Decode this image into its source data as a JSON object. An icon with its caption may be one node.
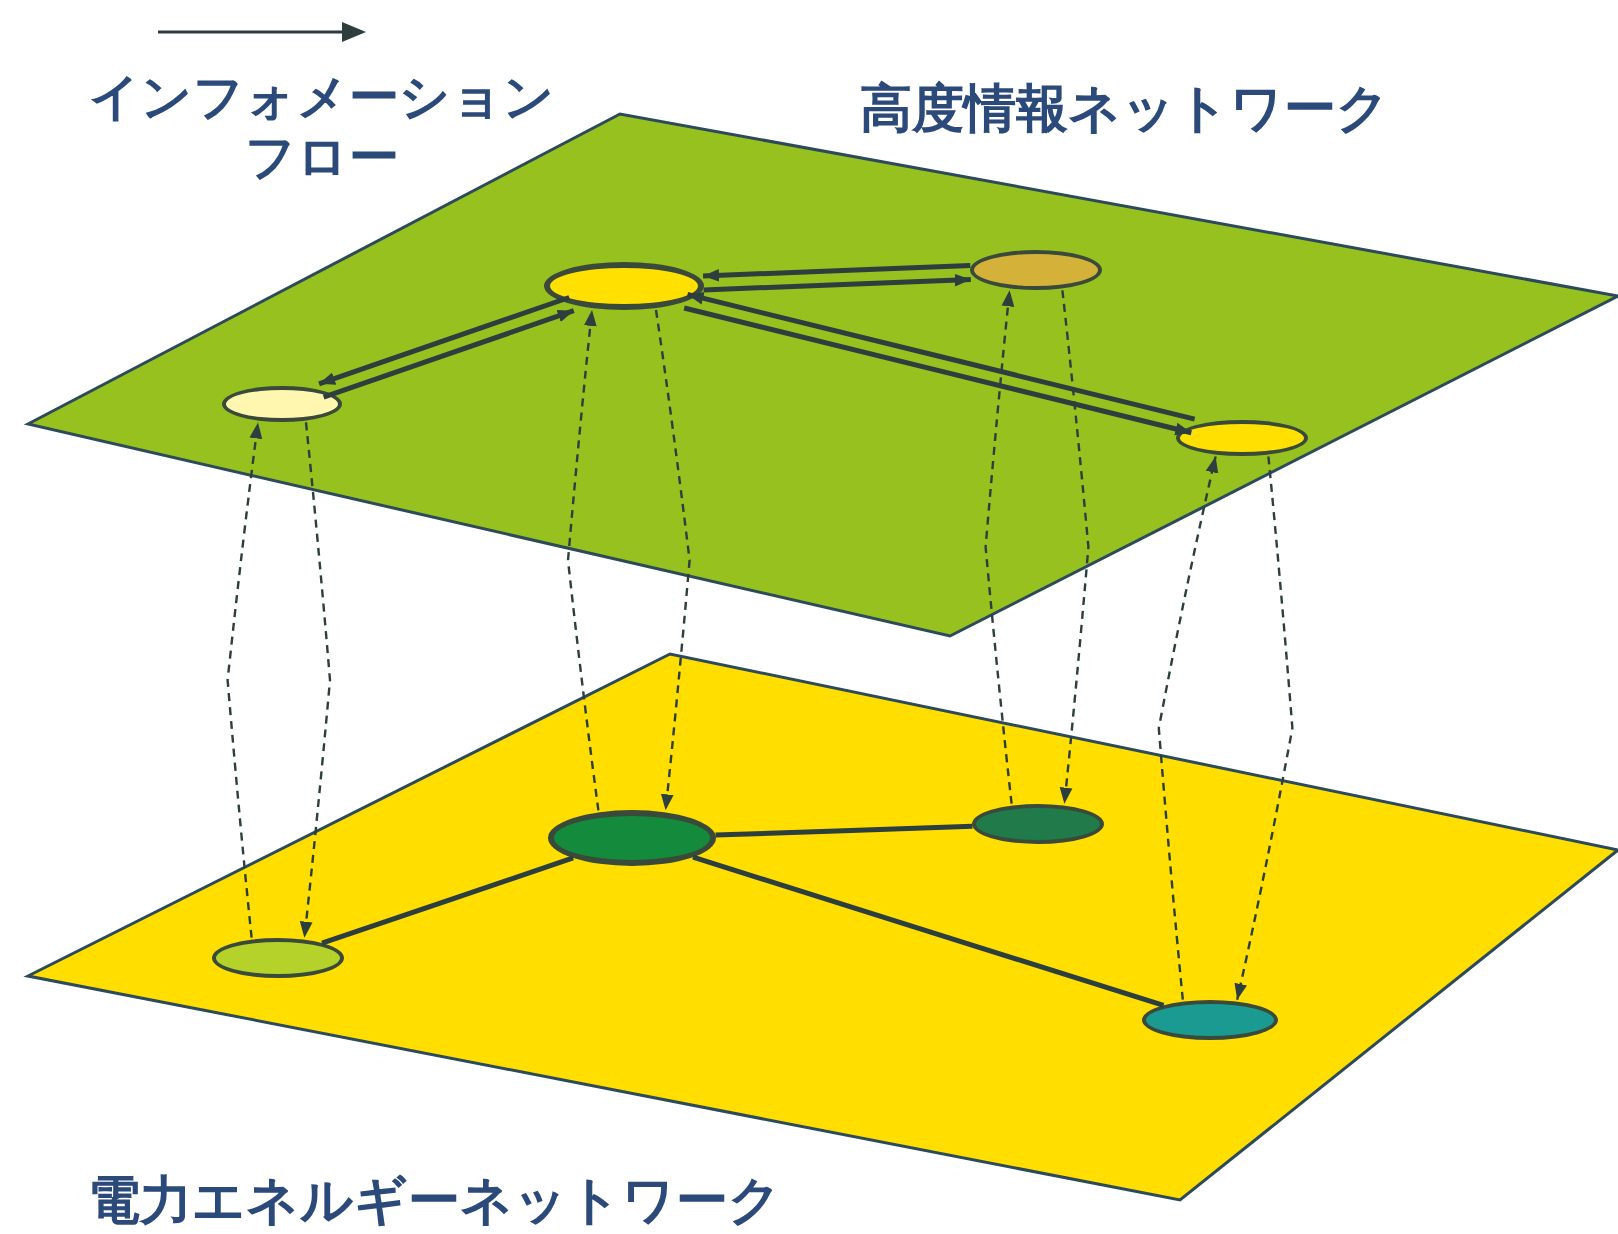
{
  "diagram": {
    "nodes": [
      {
        "text": [
          "高度情報ネットワーク"
        ]
      },
      {
        "text": [],
        "shape": "ellipse",
        "in": 0
      },
      {
        "text": [],
        "shape": "ellipse",
        "in": 0
      },
      {
        "text": [],
        "shape": "ellipse",
        "in": 0
      },
      {
        "text": [],
        "shape": "ellipse",
        "in": 0
      },
      {
        "text": [
          "電力エネルギーネットワーク"
        ]
      },
      {
        "text": [],
        "shape": "ellipse",
        "in": 5
      },
      {
        "text": [],
        "shape": "ellipse",
        "in": 5
      },
      {
        "text": [],
        "shape": "ellipse",
        "in": 5
      },
      {
        "text": [],
        "shape": "ellipse",
        "in": 5
      }
    ],
    "edges": [
      {
        "from": 1,
        "to": 2,
        "arrow": "to"
      },
      {
        "from": 2,
        "to": 1,
        "arrow": "to"
      },
      {
        "from": 2,
        "to": 3,
        "arrow": "to"
      },
      {
        "from": 3,
        "to": 2,
        "arrow": "to"
      },
      {
        "from": 2,
        "to": 4,
        "arrow": "to"
      },
      {
        "from": 4,
        "to": 2,
        "arrow": "to"
      },
      {
        "from": 6,
        "to": 7,
        "arrow": "none"
      },
      {
        "from": 7,
        "to": 8,
        "arrow": "none"
      },
      {
        "from": 7,
        "to": 9,
        "arrow": "none"
      },
      {
        "from": 6,
        "to": 1,
        "arrow": "to",
        "style": "dashed"
      },
      {
        "from": 1,
        "to": 6,
        "arrow": "to",
        "style": "dashed"
      },
      {
        "from": 7,
        "to": 2,
        "arrow": "to",
        "style": "dashed"
      },
      {
        "from": 2,
        "to": 7,
        "arrow": "to",
        "style": "dashed"
      },
      {
        "from": 8,
        "to": 3,
        "arrow": "to",
        "style": "dashed"
      },
      {
        "from": 3,
        "to": 8,
        "arrow": "to",
        "style": "dashed"
      },
      {
        "from": 9,
        "to": 4,
        "arrow": "to",
        "style": "dashed"
      },
      {
        "from": 4,
        "to": 9,
        "arrow": "to",
        "style": "dashed"
      }
    ],
    "legend": [
      {
        "text": "インフォメーションフロー"
      }
    ]
  }
}
